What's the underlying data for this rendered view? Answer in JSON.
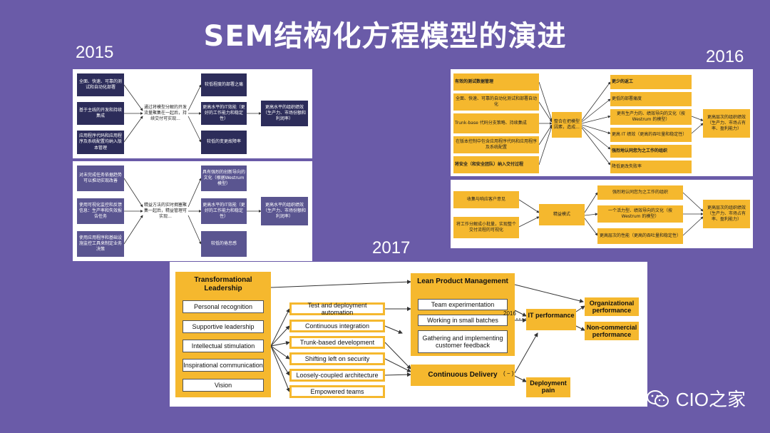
{
  "title": "SEM结构化方程模型的演进",
  "years": {
    "y2015": "2015",
    "y2016": "2016",
    "y2017": "2017"
  },
  "p2015a": {
    "left": [
      "全面、快速、可靠的测试和自动化部署",
      "基于主线的开发和持续集成",
      "应用程序代码和应用程序及系统配置均纳入版本管理"
    ],
    "mid": "通过将模型分解的开发流量聚集在一起后，持续交付可实现...",
    "right": [
      "较低程度的部署之痛",
      "更高水平的IT效能（更好的工作能力和稳定性）",
      "较低的变更故障率"
    ],
    "end": "更高水平的组织绩效（生产力、市场份额和利润率）"
  },
  "p2015b": {
    "left": [
      "对未完成任务依据趋势可以推动实现改善",
      "使用可视化监控和反馈信息：生产率和失效报告任务",
      "使用应用程序和基础设施监控工具来制定业务决策"
    ],
    "mid": "精益方法的实时拥塞聚集一起后，精益管理可实现...",
    "right": [
      "具有强烈的创新导向的文化（根据Westrum模型）",
      "更高水平的IT效能（更好的工作能力和稳定性）",
      "较低的倦怠感"
    ],
    "end": "更高水平的组织绩效（生产力、市场份额和利润率）"
  },
  "p2016a": {
    "left": [
      "有效的测试数据管理",
      "全面、快速、可靠的自动化测试和部署自动化",
      "Trunk-base 代码分支策略、持续集成",
      "在版本控制中包含应用程序代码和应用程序及系统配置",
      "将安全（和安全团队）纳入交付过程"
    ],
    "mid": "整合在把模型因素，造成...",
    "right": [
      "更少的返工",
      "更低的部署痛度",
      "更有生产力的、绩效导向的文化（按 Westrum 的模型）",
      "更高 IT 绩效（更高的吞吐量和稳定性）",
      "强烈地认同您为之工作的组织",
      "降低更改失败率"
    ],
    "end": "更高层次的组织绩效（生产力、市场占有率、盈利能力）"
  },
  "p2016b": {
    "left": [
      "收集与响应客户意见",
      "将工作分解成小批量，实现整个交付流程的可视化"
    ],
    "mid": "精益模式",
    "right": [
      "强烈地认同您为之工作的组织",
      "一个活力型、绩效导向的文化（按 Westrum 的模型）",
      "更高层次的性能（更高的吞吐量和稳定性）"
    ],
    "end": "更高层次的组织绩效（生产力、市场占有率、盈利能力）"
  },
  "p2017": {
    "tl_title": "Transformational Leadership",
    "tl_items": [
      "Personal recognition",
      "Supportive leadership",
      "Intellectual stimulation",
      "Inspirational communication",
      "Vision"
    ],
    "practices": [
      "Test and deployment automation",
      "Continuous integration",
      "Trunk-based development",
      "Shifting left on security",
      "Loosely-coupled architecture",
      "Empowered teams"
    ],
    "lpm_title": "Lean Product Management",
    "lpm_items": [
      "Team experimentation",
      "Working in small batches",
      "Gathering and implementing customer feedback"
    ],
    "cd": "Continuous Delivery",
    "it": "IT performance",
    "org": "Organizational performance",
    "noncom": "Non-commercial performance",
    "pain": "Deployment pain",
    "label_2016": "2016",
    "label_minus": "( − )"
  },
  "watermark": "CIO之家",
  "colors": {
    "bg": "#6a5ba8",
    "gold": "#f5b82e",
    "dark": "#2d2d5a"
  }
}
